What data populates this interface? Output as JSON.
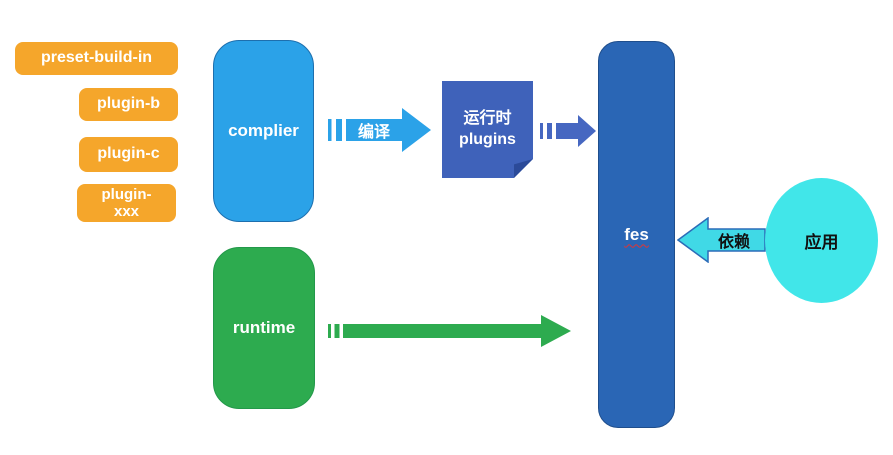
{
  "colors": {
    "chip_orange": "#F5A62B",
    "complier_blue": "#2BA2E8",
    "compile_arrow_blue": "#2BA2E8",
    "plugins_note_blue": "#3F62BA",
    "plugins_note_fold": "#2B4A99",
    "small_arrow_blue": "#4667C1",
    "fes_blue": "#2A66B5",
    "runtime_green": "#2DAB4F",
    "green_arrow_green": "#2DAB4F",
    "app_cyan": "#41E6E9",
    "depend_arrow_fill": "#40D9E6",
    "depend_arrow_stroke": "#2B6CB8"
  },
  "plugin_chips": [
    {
      "label": "preset-build-in"
    },
    {
      "label": "plugin-b"
    },
    {
      "label": "plugin-c"
    },
    {
      "label": "plugin-",
      "label2": "xxx"
    }
  ],
  "nodes": {
    "complier": {
      "label": "complier"
    },
    "runtime_plugins": {
      "line1": "运行时",
      "line2": "plugins"
    },
    "fes": {
      "label": "fes"
    },
    "runtime": {
      "label": "runtime"
    },
    "app": {
      "label": "应用"
    }
  },
  "arrows": {
    "compile": {
      "label": "编译"
    },
    "depend": {
      "label": "依赖"
    }
  }
}
